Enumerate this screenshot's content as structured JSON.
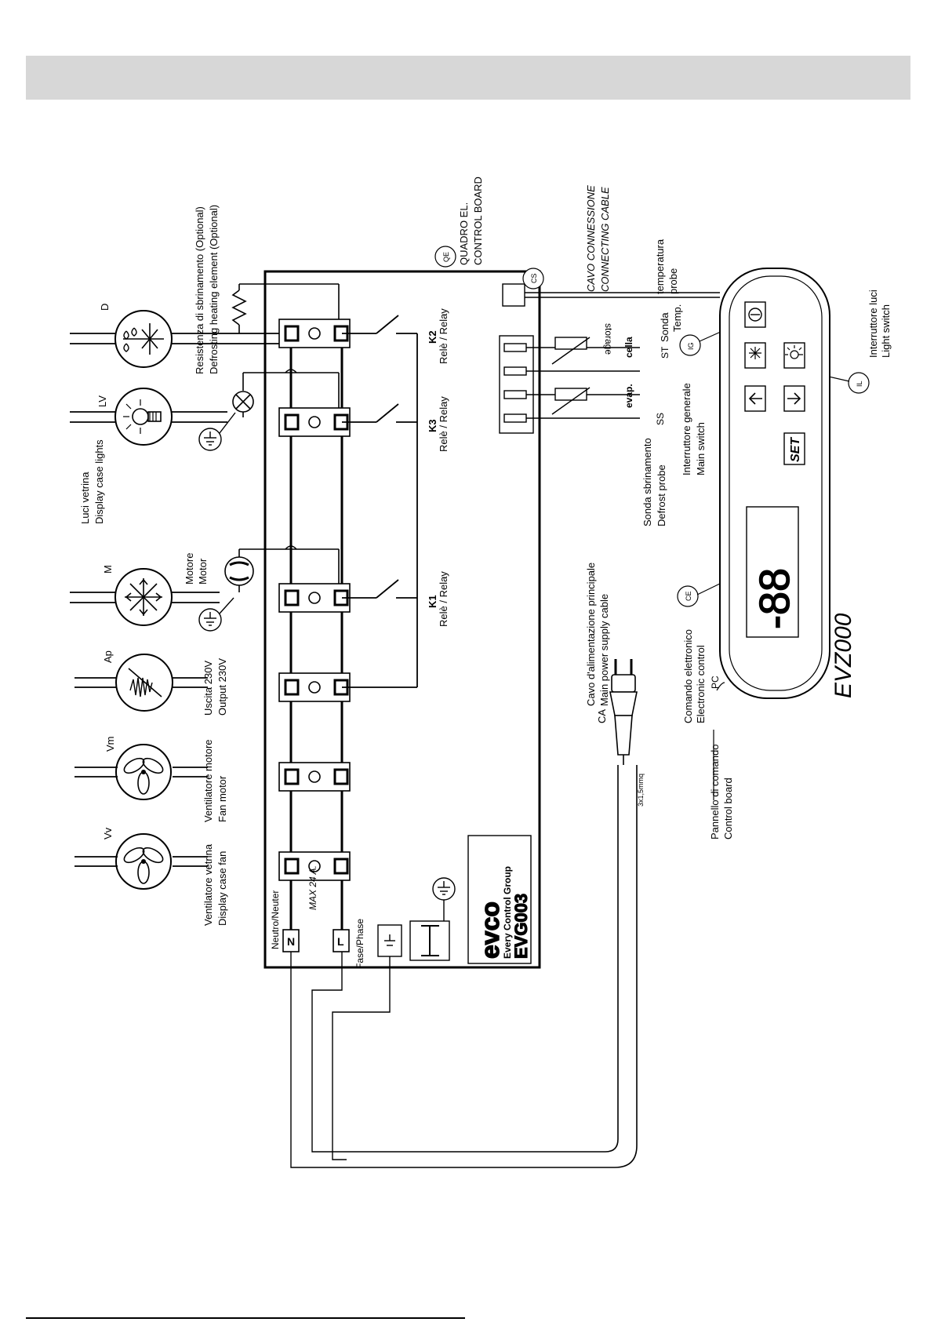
{
  "loads": [
    {
      "code": "D",
      "line1": "Resistenza di sbrinamento (Optional)",
      "line2": "Defrosting heating element (Optional)"
    },
    {
      "code": "LV",
      "line1": "Luci vetrina",
      "line2": "Display case lights"
    },
    {
      "code": "M",
      "line1": "Motore",
      "line2": "Motor"
    },
    {
      "code": "Ap",
      "line1": "Uscita 230V",
      "line2": "Output 230V"
    },
    {
      "code": "Vm",
      "line1": "Ventilatore motore",
      "line2": "Fan motor"
    },
    {
      "code": "Vv",
      "line1": "Ventilatore vetrina",
      "line2": "Display case fan"
    }
  ],
  "relays": [
    {
      "id": "K2",
      "label": "Relè / Relay"
    },
    {
      "id": "K3",
      "label": "Relè / Relay"
    },
    {
      "id": "K1",
      "label": "Relè / Relay"
    }
  ],
  "board": {
    "code": "QE",
    "line1": "QUADRO EL.",
    "line2": "CONTROL BOARD",
    "neutral": "Neutro/Neuter",
    "phase": "Fase/Phase",
    "n": "N",
    "l": "L",
    "max": "MAX 24 A.",
    "brand": "evco",
    "brand_sub": "Every Control Group",
    "model": "EVG003"
  },
  "cable": {
    "code": "CS",
    "line1": "CAVO CONNESSIONE",
    "line2": "CONNECTING CABLE"
  },
  "probes": {
    "st_code": "ST",
    "st_line1": "Sonda",
    "st_line2": "Temp.",
    "st_line3": "temperatura",
    "st_line4": "probe",
    "ss_code": "SS",
    "ss_line1": "Sonda sbrinamento",
    "ss_line2": "Defrost probe",
    "cella": "cella",
    "storage": "storage",
    "evap": "evap."
  },
  "power": {
    "code": "CA",
    "line1": "Cavo d'alimentazione principale",
    "line2": "Main power supply cable",
    "section": "3x1,5mmq"
  },
  "panel": {
    "model": "EVZ000",
    "pc_code": "PC",
    "pc_line1": "Pannello di comando",
    "pc_line2": "Control board",
    "ce_code": "CE",
    "ce_line1": "Comando elettronico",
    "ce_line2": "Electronic control",
    "ig_code": "IG",
    "ig_line1": "Interruttore generale",
    "ig_line2": "Main switch",
    "il_code": "IL",
    "il_line1": "Interruttore luci",
    "il_line2": "Light switch",
    "display": "-88",
    "set": "SET"
  }
}
